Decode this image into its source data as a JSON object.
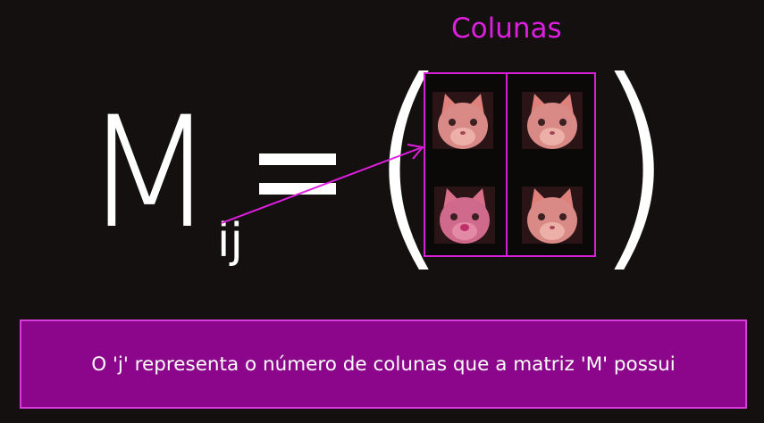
{
  "diagram": {
    "columns_label": "Colunas",
    "matrix_letter": "M",
    "subscript": "ij",
    "left_paren": "(",
    "right_paren": ")",
    "caption": "O 'j' representa o número de colunas que a matriz 'M' possui"
  },
  "colors": {
    "background": "#141010",
    "accent": "#e01ee0",
    "caption_bg": "#8b068b",
    "text": "#ffffff"
  },
  "icons": {
    "cell_image": "cat-face-icon",
    "pointer": "arrow-icon"
  }
}
